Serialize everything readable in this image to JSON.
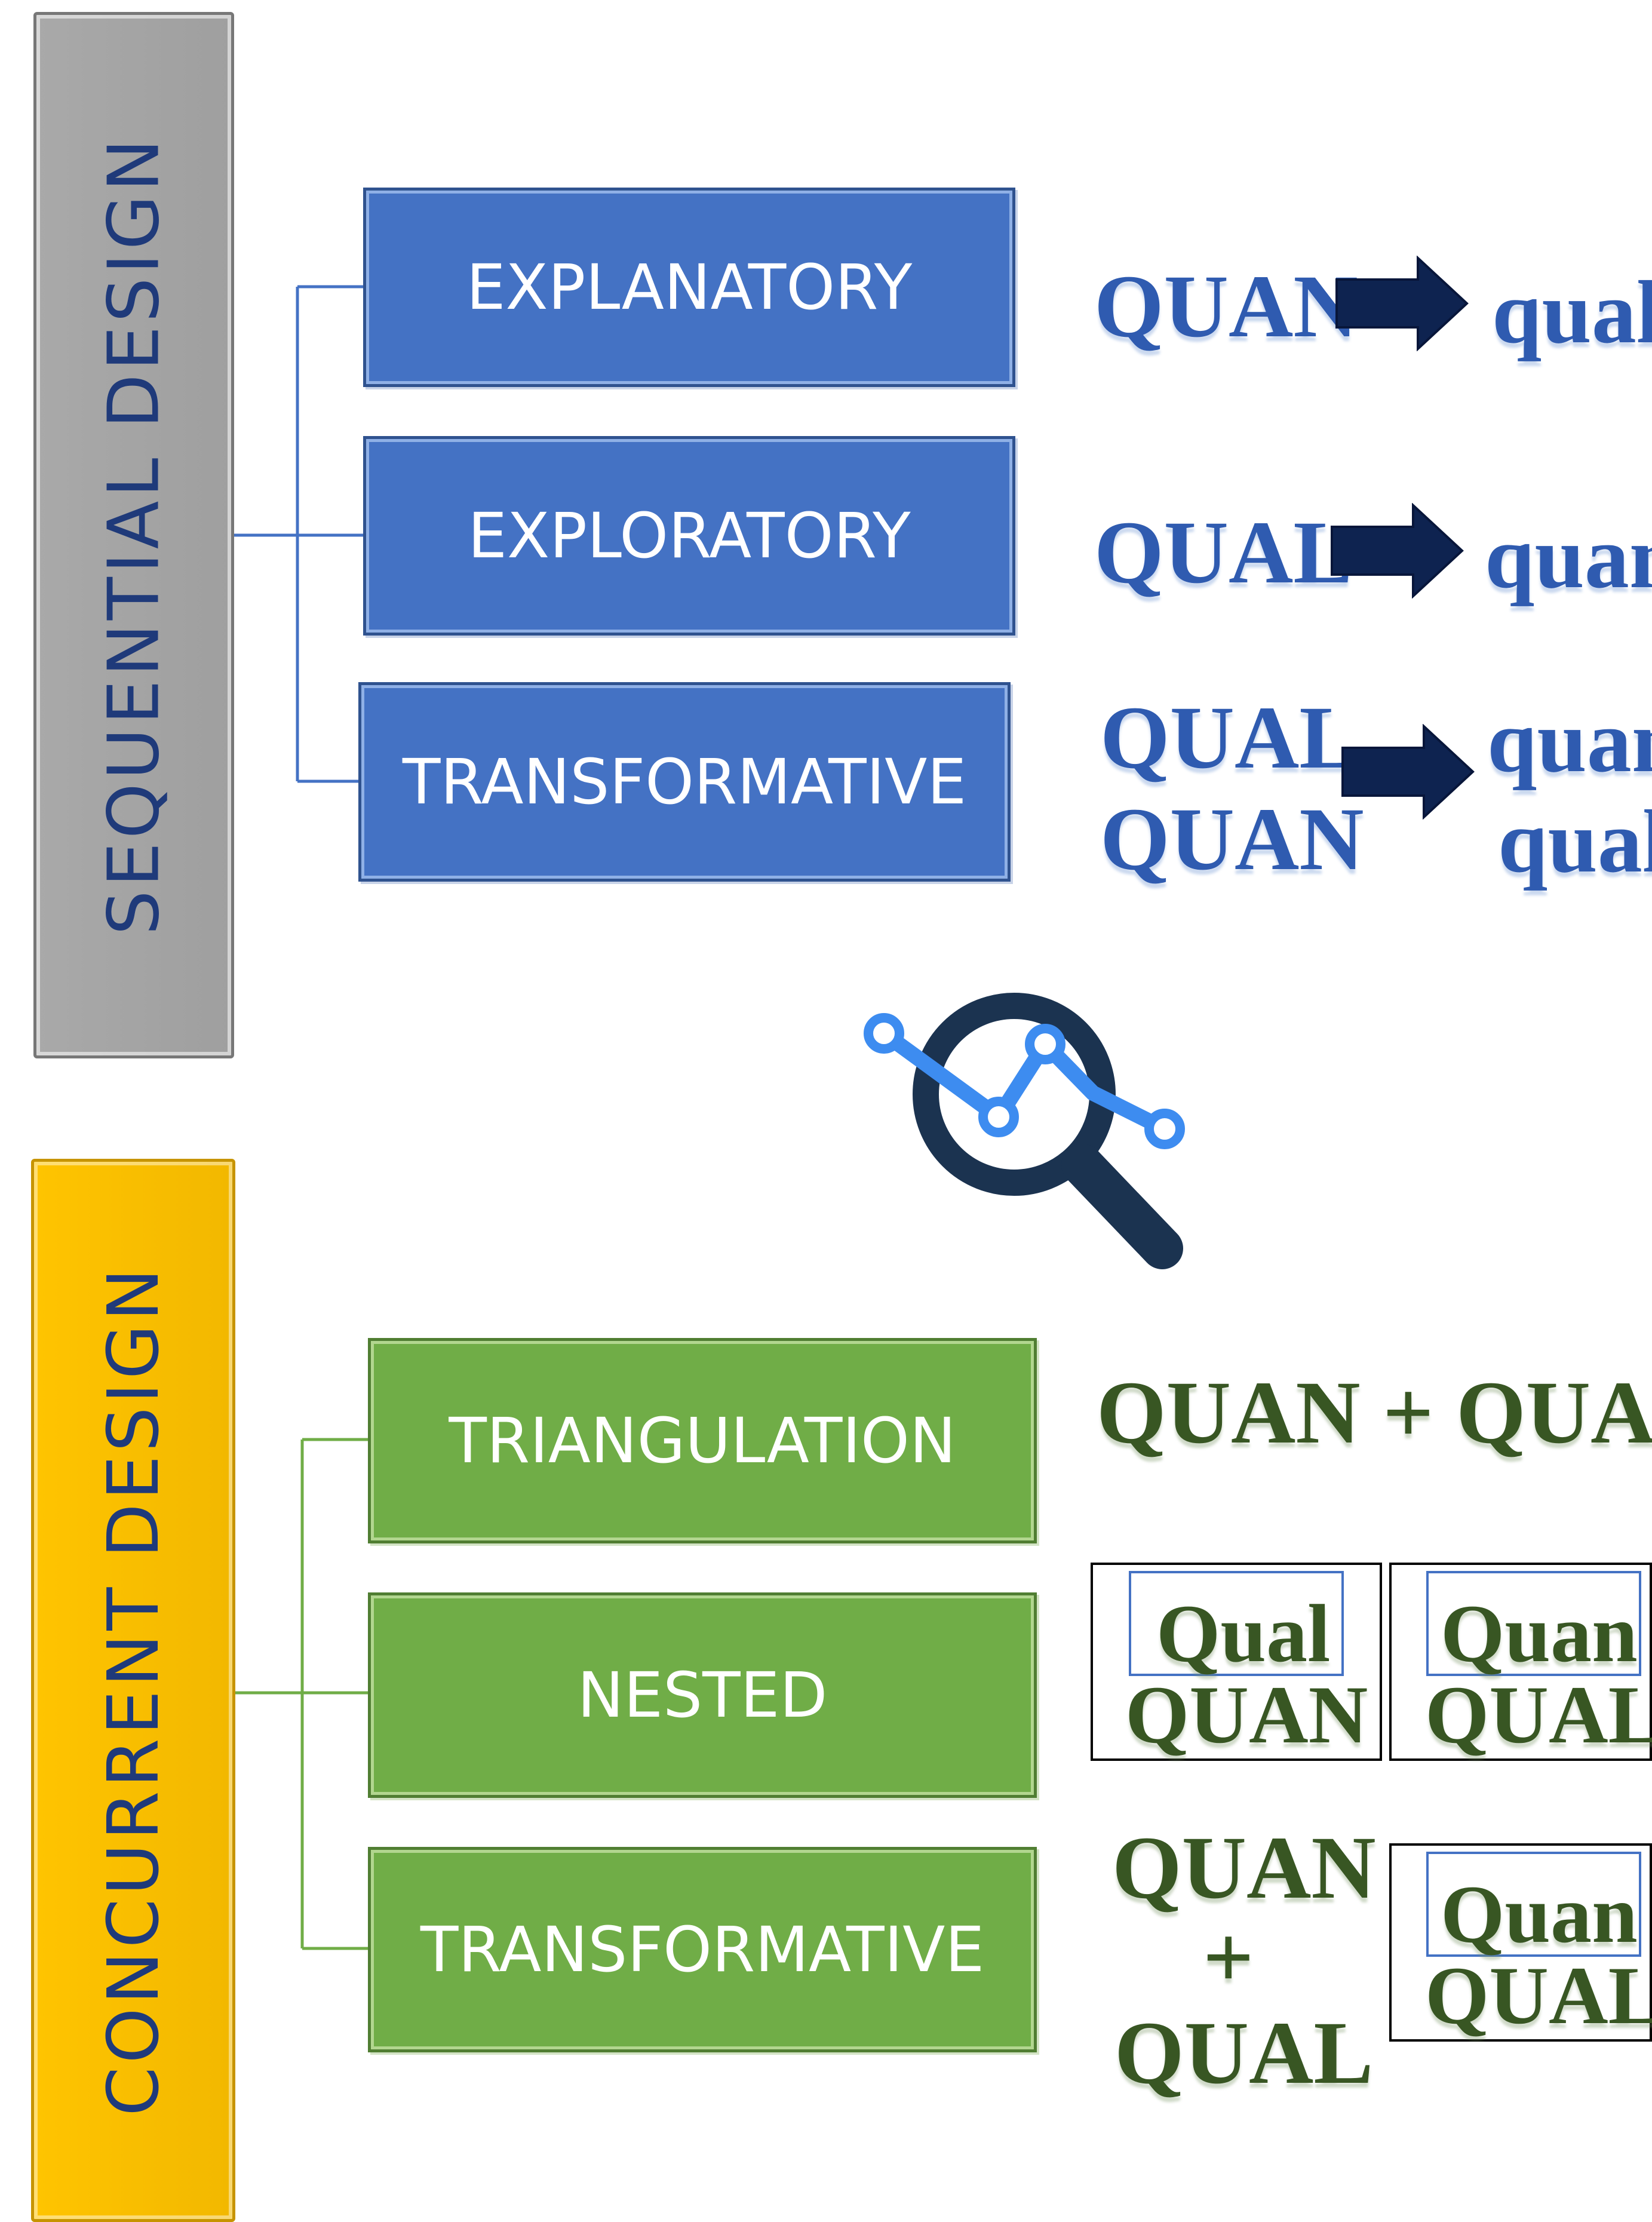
{
  "sequential": {
    "label": "SEQUENTIAL  DESIGN",
    "items": [
      {
        "label": "EXPLANATORY"
      },
      {
        "label": "EXPLORATORY"
      },
      {
        "label": "TRANSFORMATIVE"
      }
    ],
    "notations": {
      "explanatory": {
        "from": "QUAN",
        "to": "qual"
      },
      "exploratory": {
        "from": "QUAL",
        "to": "quan"
      },
      "transformative": {
        "from_top": "QUAL",
        "from_bottom": "QUAN",
        "to_top": "quan",
        "to_bottom": "qual"
      }
    }
  },
  "concurrent": {
    "label": "CONCURRENT  DESIGN",
    "items": [
      {
        "label": "TRIANGULATION"
      },
      {
        "label": "NESTED"
      },
      {
        "label": "TRANSFORMATIVE"
      }
    ],
    "notations": {
      "triangulation": "QUAN + QUAL",
      "nested": [
        {
          "inner": "Qual",
          "outer": "QUAN"
        },
        {
          "inner": "Quan",
          "outer": "QUAL"
        }
      ],
      "transformative": {
        "top": "QUAN",
        "plus": "+",
        "bottom": "QUAL",
        "box_inner": "Quan",
        "box_outer": "QUAL"
      }
    }
  },
  "colors": {
    "sequential_pill": "#a6a6a6",
    "concurrent_pill": "#ffc000",
    "blue_box": "#4472c4",
    "green_box": "#70ad47",
    "arrow": "#0e2350",
    "blue_text": "#2f5bb0",
    "green_text": "#385623"
  },
  "icon": "magnifier-chart-icon"
}
